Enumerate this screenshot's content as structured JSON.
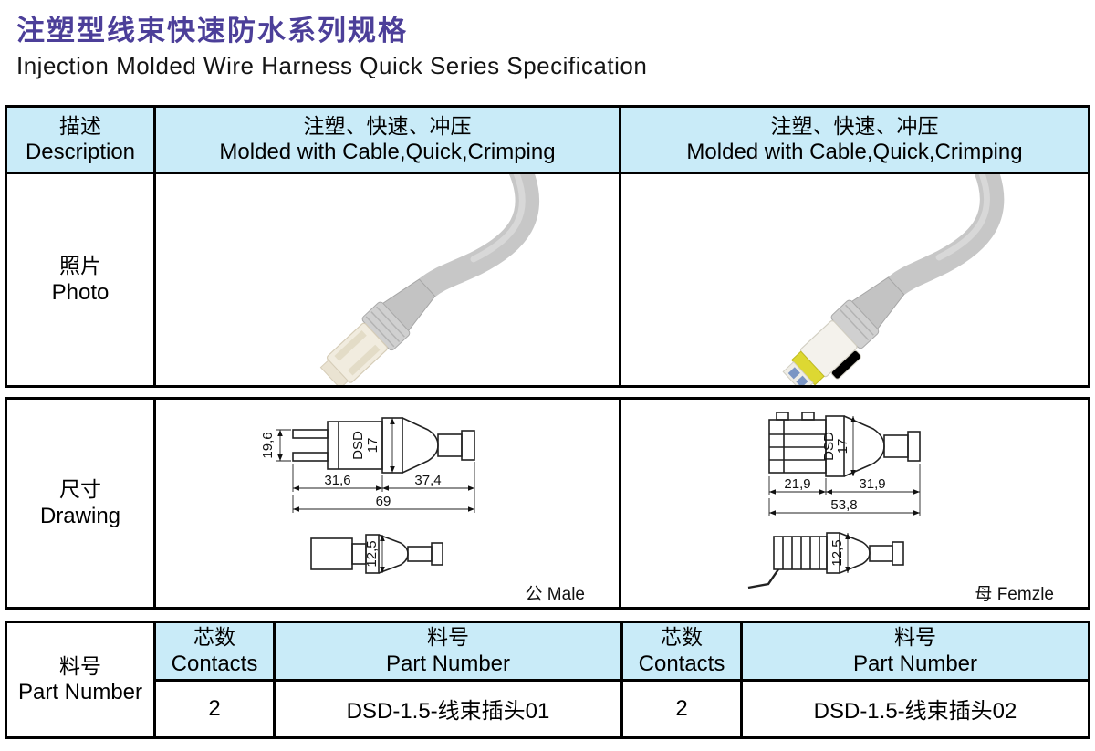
{
  "page": {
    "title_zh": "注塑型线束快速防水系列规格",
    "title_en": "Injection Molded Wire Harness Quick Series Specification"
  },
  "colors": {
    "header_bg": "#c9ebf8",
    "title": "#4c3f99",
    "border": "#000000"
  },
  "description_table": {
    "row_label_zh": "描述",
    "row_label_en": "Description",
    "col_left_zh": "注塑、快速、冲压",
    "col_left_en": "Molded with Cable,Quick,Crimping",
    "col_right_zh": "注塑、快速、冲压",
    "col_right_en": "Molded with Cable,Quick,Crimping"
  },
  "photo_row": {
    "label_zh": "照片",
    "label_en": "Photo"
  },
  "drawing_row": {
    "label_zh": "尺寸",
    "label_en": "Drawing",
    "male": {
      "caption": "公  Male",
      "dim_height": "19,6",
      "dim_len1": "31,6",
      "dim_len2": "37,4",
      "dim_total": "69",
      "brand": "DSD",
      "dim_dia": "17",
      "dim_side": "12,5"
    },
    "female": {
      "caption": "母  Femzle",
      "dim_len1": "21,9",
      "dim_len2": "31,9",
      "dim_total": "53,8",
      "brand": "DSD",
      "dim_dia": "17",
      "dim_side": "12,5"
    }
  },
  "part_table": {
    "row_label_zh": "料号",
    "row_label_en": "Part Number",
    "contacts_header_zh": "芯数",
    "contacts_header_en": "Contacts",
    "part_header_zh": "料号",
    "part_header_en": "Part Number",
    "left_contacts": "2",
    "left_part": "DSD-1.5-线束插头01",
    "right_contacts": "2",
    "right_part": "DSD-1.5-线束插头02"
  }
}
